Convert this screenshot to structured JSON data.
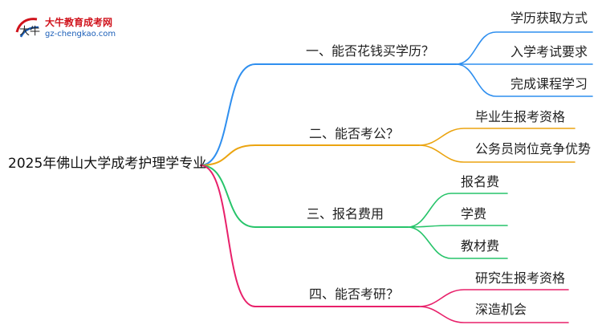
{
  "logo": {
    "title": "大牛教育成考网",
    "url": "gz-chengkao.com",
    "mark_text": "大牛"
  },
  "root": {
    "label": "2025年佛山大学成考护理学专业"
  },
  "branches": [
    {
      "label": "一、能否花钱买学历？",
      "color": "#2f8fef",
      "leaves": [
        "学历获取方式",
        "入学考试要求",
        "完成课程学习"
      ]
    },
    {
      "label": "二、能否考公？",
      "color": "#eba410",
      "leaves": [
        "毕业生报考资格",
        "公务员岗位竞争优势"
      ]
    },
    {
      "label": "三、报名费用",
      "color": "#27c46a",
      "leaves": [
        "报名费",
        "学费",
        "教材费"
      ]
    },
    {
      "label": "四、能否考研？",
      "color": "#e8206a",
      "leaves": [
        "研究生报考资格",
        "深造机会"
      ]
    }
  ]
}
